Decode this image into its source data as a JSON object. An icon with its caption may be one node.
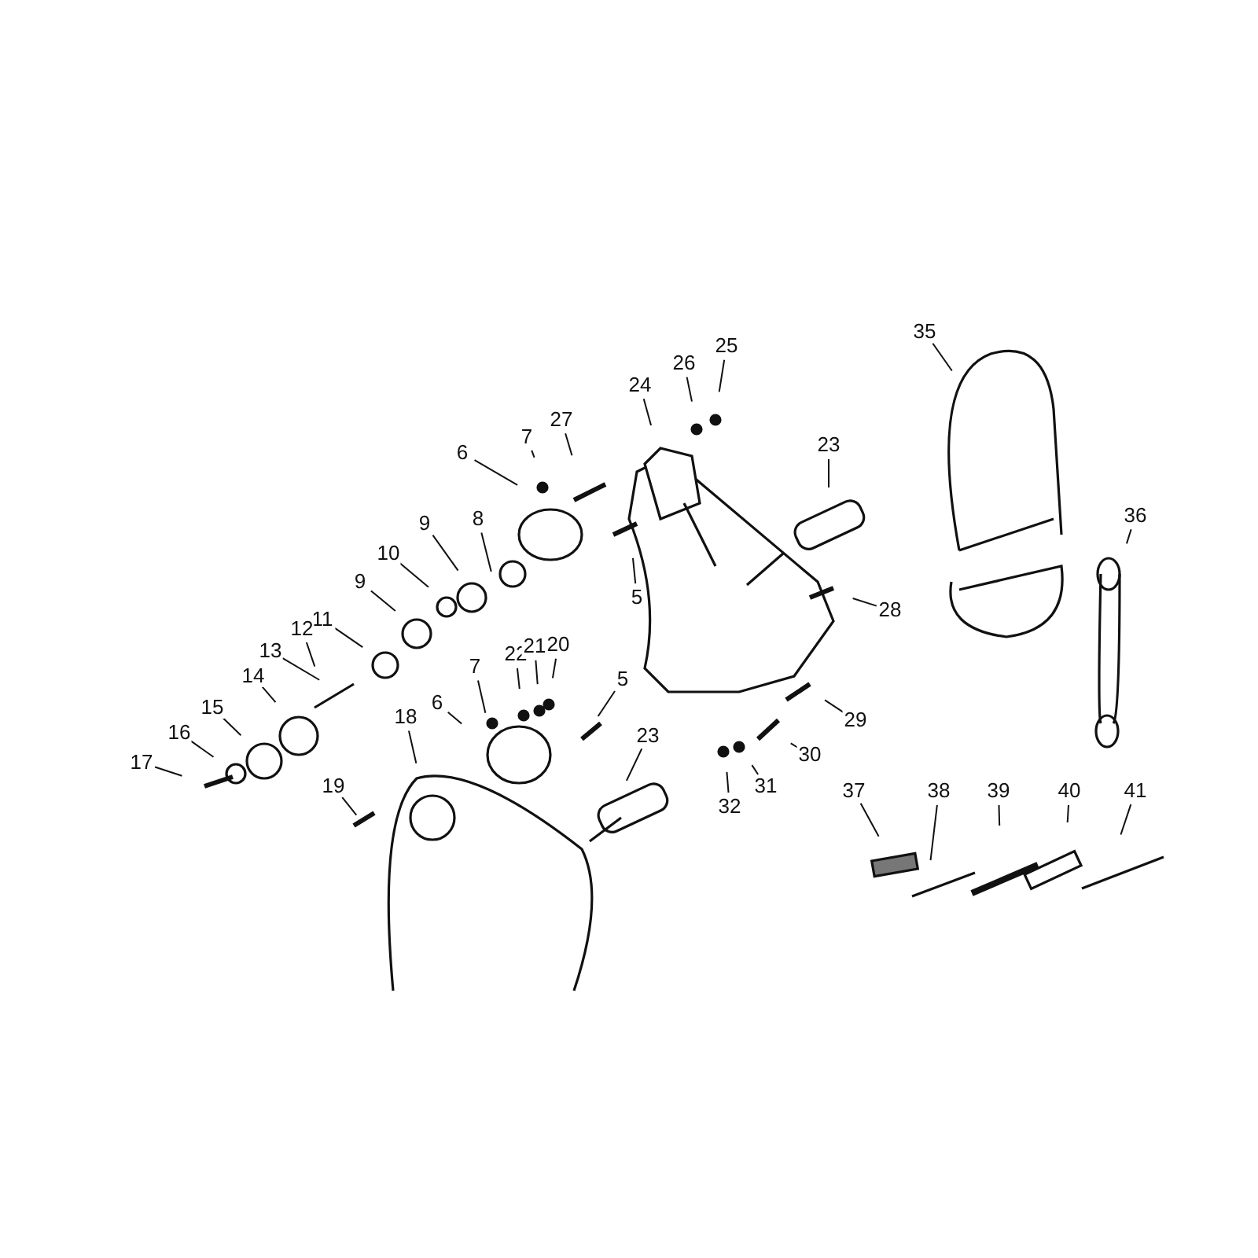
{
  "diagram": {
    "nodes": [
      {
        "text": [
          "7"
        ]
      },
      {
        "text": [
          "27"
        ]
      },
      {
        "text": [
          "24"
        ]
      },
      {
        "text": [
          "26"
        ]
      },
      {
        "text": [
          "25"
        ]
      },
      {
        "text": [
          "35"
        ]
      },
      {
        "text": [
          "6"
        ]
      },
      {
        "text": [
          "8"
        ]
      },
      {
        "text": [
          "23"
        ]
      },
      {
        "text": [
          "9"
        ]
      },
      {
        "text": [
          "10"
        ]
      },
      {
        "text": [
          "5"
        ]
      },
      {
        "text": [
          "36"
        ]
      },
      {
        "text": [
          "28"
        ]
      },
      {
        "text": [
          "9"
        ]
      },
      {
        "text": [
          "11"
        ]
      },
      {
        "text": [
          "12"
        ]
      },
      {
        "text": [
          "13"
        ]
      },
      {
        "text": [
          "22"
        ]
      },
      {
        "text": [
          "21"
        ]
      },
      {
        "text": [
          "20"
        ]
      },
      {
        "text": [
          "7"
        ]
      },
      {
        "text": [
          "14"
        ]
      },
      {
        "text": [
          "29"
        ]
      },
      {
        "text": [
          "5"
        ]
      },
      {
        "text": [
          "6"
        ]
      },
      {
        "text": [
          "15"
        ]
      },
      {
        "text": [
          "30"
        ]
      },
      {
        "text": [
          "16"
        ]
      },
      {
        "text": [
          "23"
        ]
      },
      {
        "text": [
          "18"
        ]
      },
      {
        "text": [
          "17"
        ]
      },
      {
        "text": [
          "31"
        ]
      },
      {
        "text": [
          "19"
        ]
      },
      {
        "text": [
          "32"
        ]
      },
      {
        "text": [
          "37"
        ]
      },
      {
        "text": [
          "38"
        ]
      },
      {
        "text": [
          "39"
        ]
      },
      {
        "text": [
          "40"
        ]
      },
      {
        "text": [
          "41"
        ]
      }
    ],
    "edges": [
      {
        "from": 0,
        "to": null,
        "arrow": "none"
      },
      {
        "from": 1,
        "to": null,
        "arrow": "none"
      },
      {
        "from": 2,
        "to": null,
        "arrow": "none"
      },
      {
        "from": 3,
        "to": null,
        "arrow": "none"
      },
      {
        "from": 4,
        "to": null,
        "arrow": "none"
      },
      {
        "from": 5,
        "to": null,
        "arrow": "none"
      },
      {
        "from": 6,
        "to": null,
        "arrow": "none"
      },
      {
        "from": 7,
        "to": null,
        "arrow": "none"
      },
      {
        "from": 8,
        "to": null,
        "arrow": "none"
      },
      {
        "from": 9,
        "to": null,
        "arrow": "none"
      },
      {
        "from": 10,
        "to": null,
        "arrow": "none"
      },
      {
        "from": 11,
        "to": null,
        "arrow": "none"
      },
      {
        "from": 12,
        "to": null,
        "arrow": "none"
      },
      {
        "from": 13,
        "to": null,
        "arrow": "none"
      },
      {
        "from": 14,
        "to": null,
        "arrow": "none"
      },
      {
        "from": 15,
        "to": null,
        "arrow": "none"
      },
      {
        "from": 16,
        "to": null,
        "arrow": "none"
      },
      {
        "from": 17,
        "to": null,
        "arrow": "none"
      },
      {
        "from": 18,
        "to": null,
        "arrow": "none"
      },
      {
        "from": 19,
        "to": null,
        "arrow": "none"
      },
      {
        "from": 20,
        "to": null,
        "arrow": "none"
      },
      {
        "from": 21,
        "to": null,
        "arrow": "none"
      },
      {
        "from": 22,
        "to": null,
        "arrow": "none"
      },
      {
        "from": 23,
        "to": null,
        "arrow": "none"
      },
      {
        "from": 24,
        "to": null,
        "arrow": "none"
      },
      {
        "from": 25,
        "to": null,
        "arrow": "none"
      },
      {
        "from": 26,
        "to": null,
        "arrow": "none"
      },
      {
        "from": 27,
        "to": null,
        "arrow": "none"
      },
      {
        "from": 28,
        "to": null,
        "arrow": "none"
      },
      {
        "from": 29,
        "to": null,
        "arrow": "none"
      },
      {
        "from": 30,
        "to": null,
        "arrow": "none"
      },
      {
        "from": 31,
        "to": null,
        "arrow": "none"
      },
      {
        "from": 32,
        "to": null,
        "arrow": "none"
      },
      {
        "from": 33,
        "to": null,
        "arrow": "none"
      },
      {
        "from": 34,
        "to": null,
        "arrow": "none"
      },
      {
        "from": 35,
        "to": null,
        "arrow": "none"
      },
      {
        "from": 36,
        "to": null,
        "arrow": "none"
      },
      {
        "from": 37,
        "to": null,
        "arrow": "none"
      },
      {
        "from": 38,
        "to": null,
        "arrow": "none"
      },
      {
        "from": 39,
        "to": null,
        "arrow": "none"
      }
    ]
  }
}
